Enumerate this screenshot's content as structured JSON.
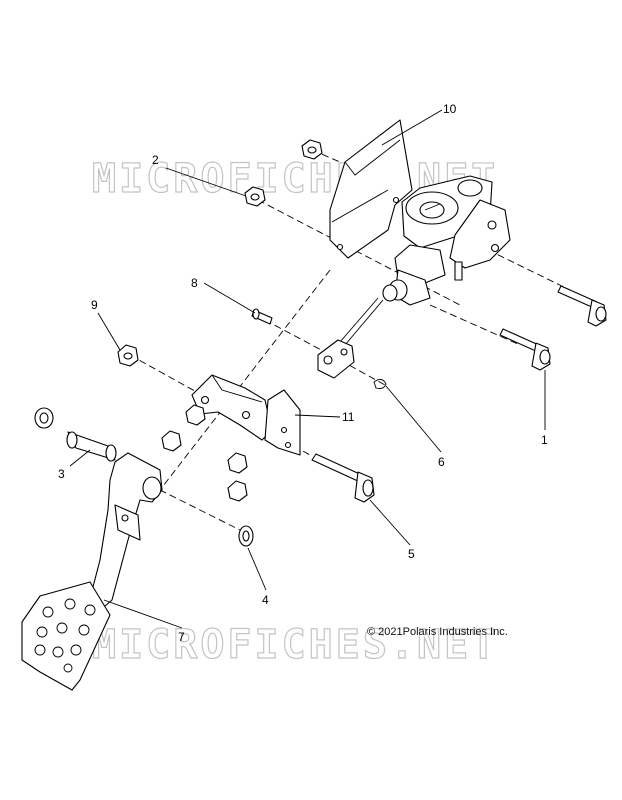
{
  "watermark": {
    "top_text": "MICROFICHES.NET",
    "bottom_text": "MICROFICHES.NET"
  },
  "copyright": "© 2021Polaris Industries Inc.",
  "callouts": [
    {
      "id": "callout-1",
      "label": "1"
    },
    {
      "id": "callout-2",
      "label": "2"
    },
    {
      "id": "callout-3",
      "label": "3"
    },
    {
      "id": "callout-4",
      "label": "4"
    },
    {
      "id": "callout-5",
      "label": "5"
    },
    {
      "id": "callout-6",
      "label": "6"
    },
    {
      "id": "callout-7",
      "label": "7"
    },
    {
      "id": "callout-8",
      "label": "8"
    },
    {
      "id": "callout-9",
      "label": "9"
    },
    {
      "id": "callout-10",
      "label": "10"
    },
    {
      "id": "callout-11",
      "label": "11"
    }
  ]
}
